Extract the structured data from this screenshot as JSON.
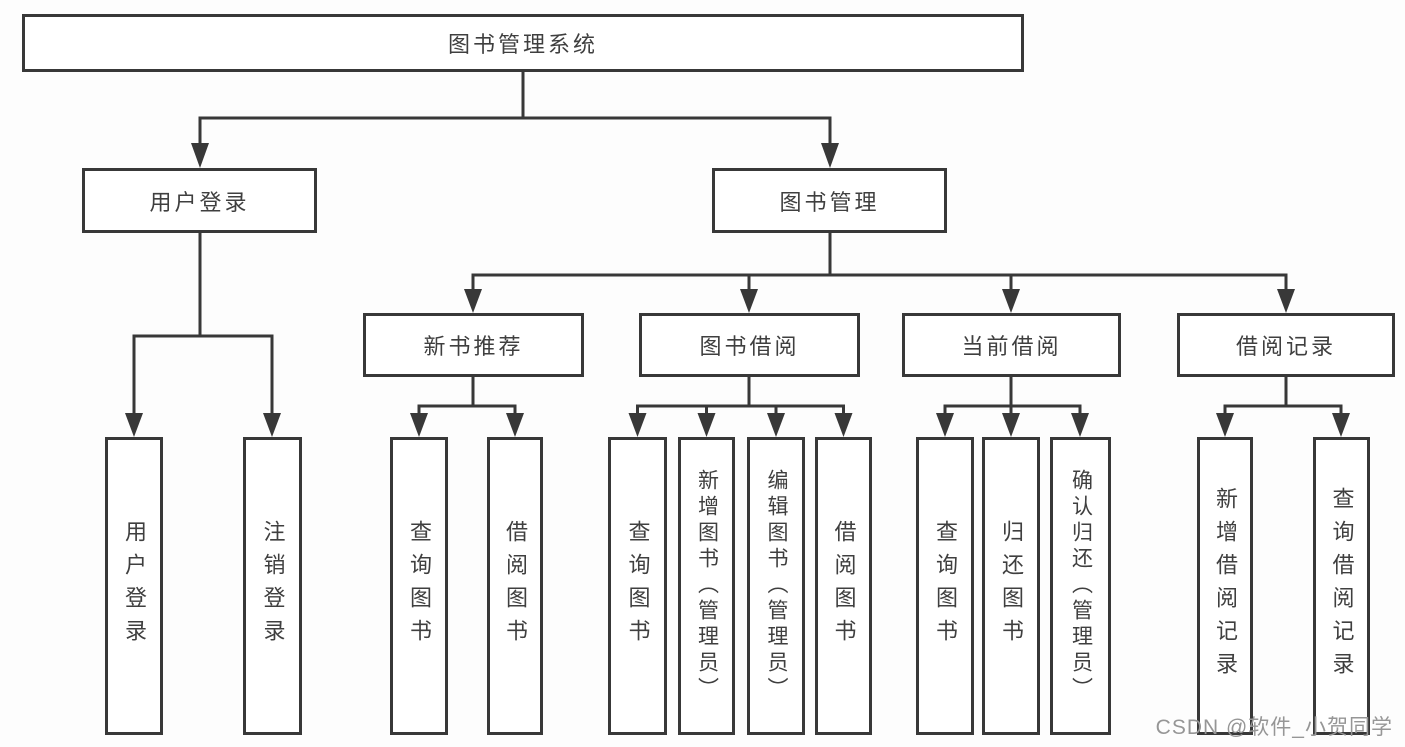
{
  "diagram": {
    "title": "图书管理系统",
    "type": "hierarchy-tree",
    "colors": {
      "line": "#383838",
      "box_border": "#383838",
      "box_fill": "#ffffff",
      "text": "#3f3f3f",
      "watermark_text": "#969696",
      "background": "#fdfdfd"
    },
    "tree": {
      "label": "图书管理系统",
      "children": [
        {
          "label": "用户登录",
          "children": [
            {
              "label": "用户登录"
            },
            {
              "label": "注销登录"
            }
          ]
        },
        {
          "label": "图书管理",
          "children": [
            {
              "label": "新书推荐",
              "children": [
                {
                  "label": "查询图书"
                },
                {
                  "label": "借阅图书"
                }
              ]
            },
            {
              "label": "图书借阅",
              "children": [
                {
                  "label": "查询图书"
                },
                {
                  "label": "新增图书（管理员）"
                },
                {
                  "label": "编辑图书（管理员）"
                },
                {
                  "label": "借阅图书"
                }
              ]
            },
            {
              "label": "当前借阅",
              "children": [
                {
                  "label": "查询图书"
                },
                {
                  "label": "归还图书"
                },
                {
                  "label": "确认归还（管理员）"
                }
              ]
            },
            {
              "label": "借阅记录",
              "children": [
                {
                  "label": "新增借阅记录"
                },
                {
                  "label": "查询借阅记录"
                }
              ]
            }
          ]
        }
      ]
    },
    "watermark": {
      "text": "CSDN @软件_小贺同学"
    }
  }
}
